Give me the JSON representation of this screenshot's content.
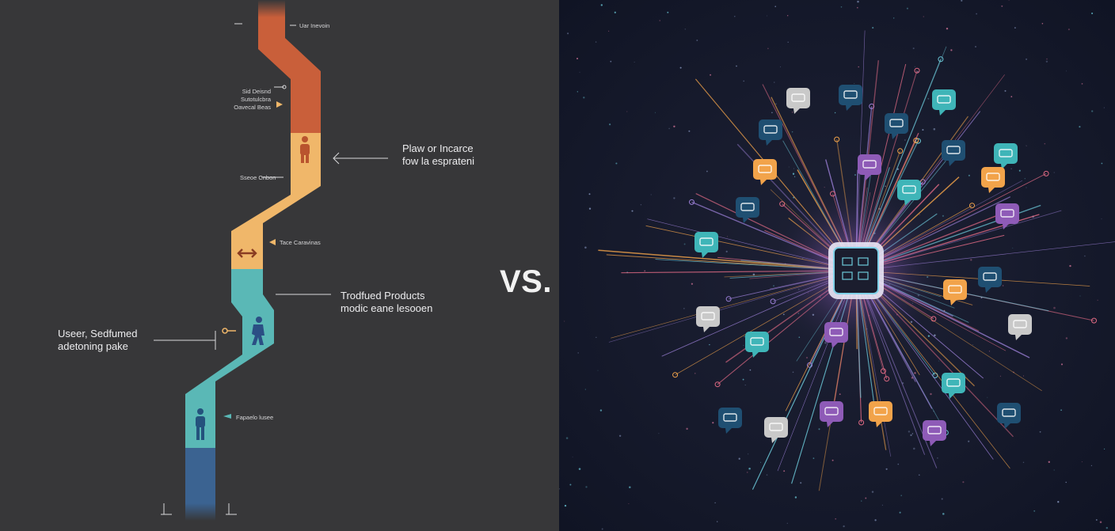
{
  "comparison": {
    "separator": "VS.",
    "left": {
      "labels": {
        "top": "Uar Inevoin",
        "stage1": [
          "Sid Deisnd",
          "Sutotulcbra",
          "Oavecal Beas"
        ],
        "flow": [
          "Plaw or Incarce",
          "fow la esprateni"
        ],
        "stage2": "Sseoe Cnbon",
        "arrow_stage": "Tace Caravinas",
        "product": [
          "Trodfued Products",
          "modic eane lesooen"
        ],
        "user": [
          "Useer, Sedfumed",
          "adetoning pake"
        ],
        "bottom": "Fapaelo lusee"
      }
    },
    "right": {
      "icons": [
        "document-icon",
        "chat-bubble-icon",
        "lightbulb-icon",
        "idea-icon",
        "search-icon",
        "list-icon",
        "video-icon",
        "hat-icon",
        "robot-icon",
        "chat-dots-icon",
        "message-icon",
        "support-icon",
        "image-icon",
        "email-icon",
        "music-icon",
        "cloud-icon",
        "camera-icon",
        "info-icon",
        "p-icon",
        "badge-icon",
        "location-icon",
        "chip-icon"
      ],
      "colors": {
        "orange": "#f2a34a",
        "teal": "#3fb5b8",
        "purple": "#8e5bb7",
        "navy": "#1f4f72",
        "pink": "#e06a84",
        "gray": "#c9c9c9"
      }
    }
  }
}
